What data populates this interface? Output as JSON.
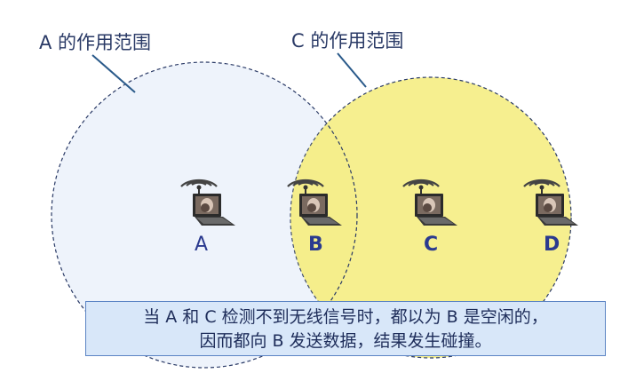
{
  "range_labels": {
    "a": "A 的作用范围",
    "c": "C 的作用范围"
  },
  "nodes": [
    {
      "id": "a",
      "label": "A"
    },
    {
      "id": "b",
      "label": "B"
    },
    {
      "id": "c",
      "label": "C"
    },
    {
      "id": "d",
      "label": "D"
    }
  ],
  "caption": {
    "line1": "当 A 和 C 检测不到无线信号时，都以为 B 是空闲的，",
    "line2": "因而都向 B 发送数据，结果发生碰撞。"
  },
  "colors": {
    "range_a_fill": "#eef3fb",
    "range_c_fill": "#f6ef8f",
    "range_stroke": "#2a3a66",
    "caption_bg": "#d8e7f9"
  },
  "icons": {
    "device": "laptop-icon",
    "signal": "wifi-signal-icon"
  }
}
